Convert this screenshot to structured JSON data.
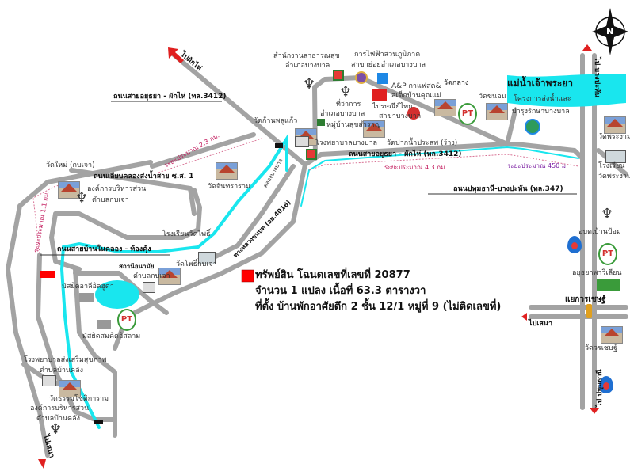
{
  "colors": {
    "road": "#a3a3a3",
    "canal": "#19e6ee",
    "marker": "#ff0000",
    "arrow": "#e02020",
    "distance": "#c2185b"
  },
  "property": {
    "line1": "ทรัพย์สิน โฉนดเลขที่เลขที่ 20877",
    "line2": "จำนวน 1 แปลง เนื้อที่ 63.3 ตารางวา",
    "line3": "ที่ตั้ง บ้านพักอาศัยตึก 2 ชั้น 12/1 หมู่ที่ 9 (ไม่ติดเลขที่)"
  },
  "labels": {
    "to_phak_hai": "ไปผักไห่",
    "road_3412": "ถนนสายอยุธยา - ผักไห่ (ทล.3412)",
    "health_office_1": "สำนักงานสาธารณสุข",
    "health_office_2": "อำเภอบางบาล",
    "pea_1": "การไฟฟ้าส่วนภูมิภาค",
    "pea_2": "สาขาย่อยอำเภอบางบาล",
    "district_office_1": "ที่ว่าการ",
    "district_office_2": "อำเภอบางบาล",
    "post_1": "ไปรษณีย์ไทย",
    "post_2": "สาขาบางบาล",
    "anp_1": "A&P กาแฟสด&",
    "anp_2": "สเต็กบ้านคุณแม่",
    "wat_klang": "วัดกลาง",
    "wat_khanon": "วัดขนอน",
    "river": "แม่น้ำเจ้าพระยา",
    "irrigation_1": "โครงการส่งน้ำและ",
    "irrigation_2": "บำรุงรักษาบางบาล",
    "to_bang_pahan": "ไป บางปะหัน",
    "wat_phra_ngam": "วัดพระงาม",
    "school_phra_ngam_1": "โรงเรียน",
    "school_phra_ngam_2": "วัดพระงาม",
    "road_347": "ถนนปทุมธานี-บางปะหัน (ทล.347)",
    "dist_450": "ระยะประมาณ 450 ม.",
    "dist_4_3": "ระยะประมาณ 4.3 กม.",
    "dist_2_3": "ระยะประมาณ 2.3 กม.",
    "dist_1_1": "ระยะประมาณ 1.1 กม.",
    "wat_kan_phlu_kaeo": "วัดก้านพลูแก้ว",
    "village": "หมู่บ้านสุขสำราญ",
    "hospital": "โรงพยาบาลบางบาล",
    "wat_paknam": "วัดปากน้ำประสพ (ร้าง)",
    "wat_chanthararam": "วัดจันทราราม",
    "road_canal": "ถนนเลียบคลองส่งน้ำสาย ซ.ส. 1",
    "wat_mai": "วัดใหม่ (กบเจา)",
    "sao_kob_chao_1": "องค์การบริหารส่วน",
    "sao_kob_chao_2": "ตำบลกบเจา",
    "canal_bang_ban": "คลองบางบาล",
    "road_4016": "ทางหลวงชนบท (อย.4016)",
    "school_wat_pho": "โรงเรียนวัดโพธิ์",
    "health_station_1": "สถานีอนามัย",
    "health_station_2": "ตำบลกบเจา",
    "wat_pho_kob_chao": "วัดโพธิ์กบเจา",
    "road_ban_nai_khlong": "ถนนสายบ้านในคลอง - ท้องคุ้ง",
    "mosque_al_huda": "มัสยิดอาลีอิลฮูดา",
    "mosque_somkhit": "มัสยิดสมคิดอิสลาม",
    "health_promo_1": "โรงพยาบาลส่งเสริมสุขภาพ",
    "health_promo_2": "ตำบลบ้านคลัง",
    "wat_thammachot": "วัดธรรมโชติการาม",
    "sao_ban_khlang_1": "องค์การบริหารส่วน",
    "sao_ban_khlang_2": "ตำบลบ้านคลัง",
    "to_sena_left": "ไปเสนา",
    "sao_ban_pom": "อบต.บ้านป้อม",
    "ayutthaya_pavilion": "อยุธยาพาวิเลียน",
    "woracha_junction": "แยกวรเชษฐ์",
    "to_sena": "ไปเสนา",
    "wat_worachet": "วัดวรเชษฐ์",
    "to_pathum_thani": "ไป ปทุมธานี",
    "compass_n": "N"
  }
}
